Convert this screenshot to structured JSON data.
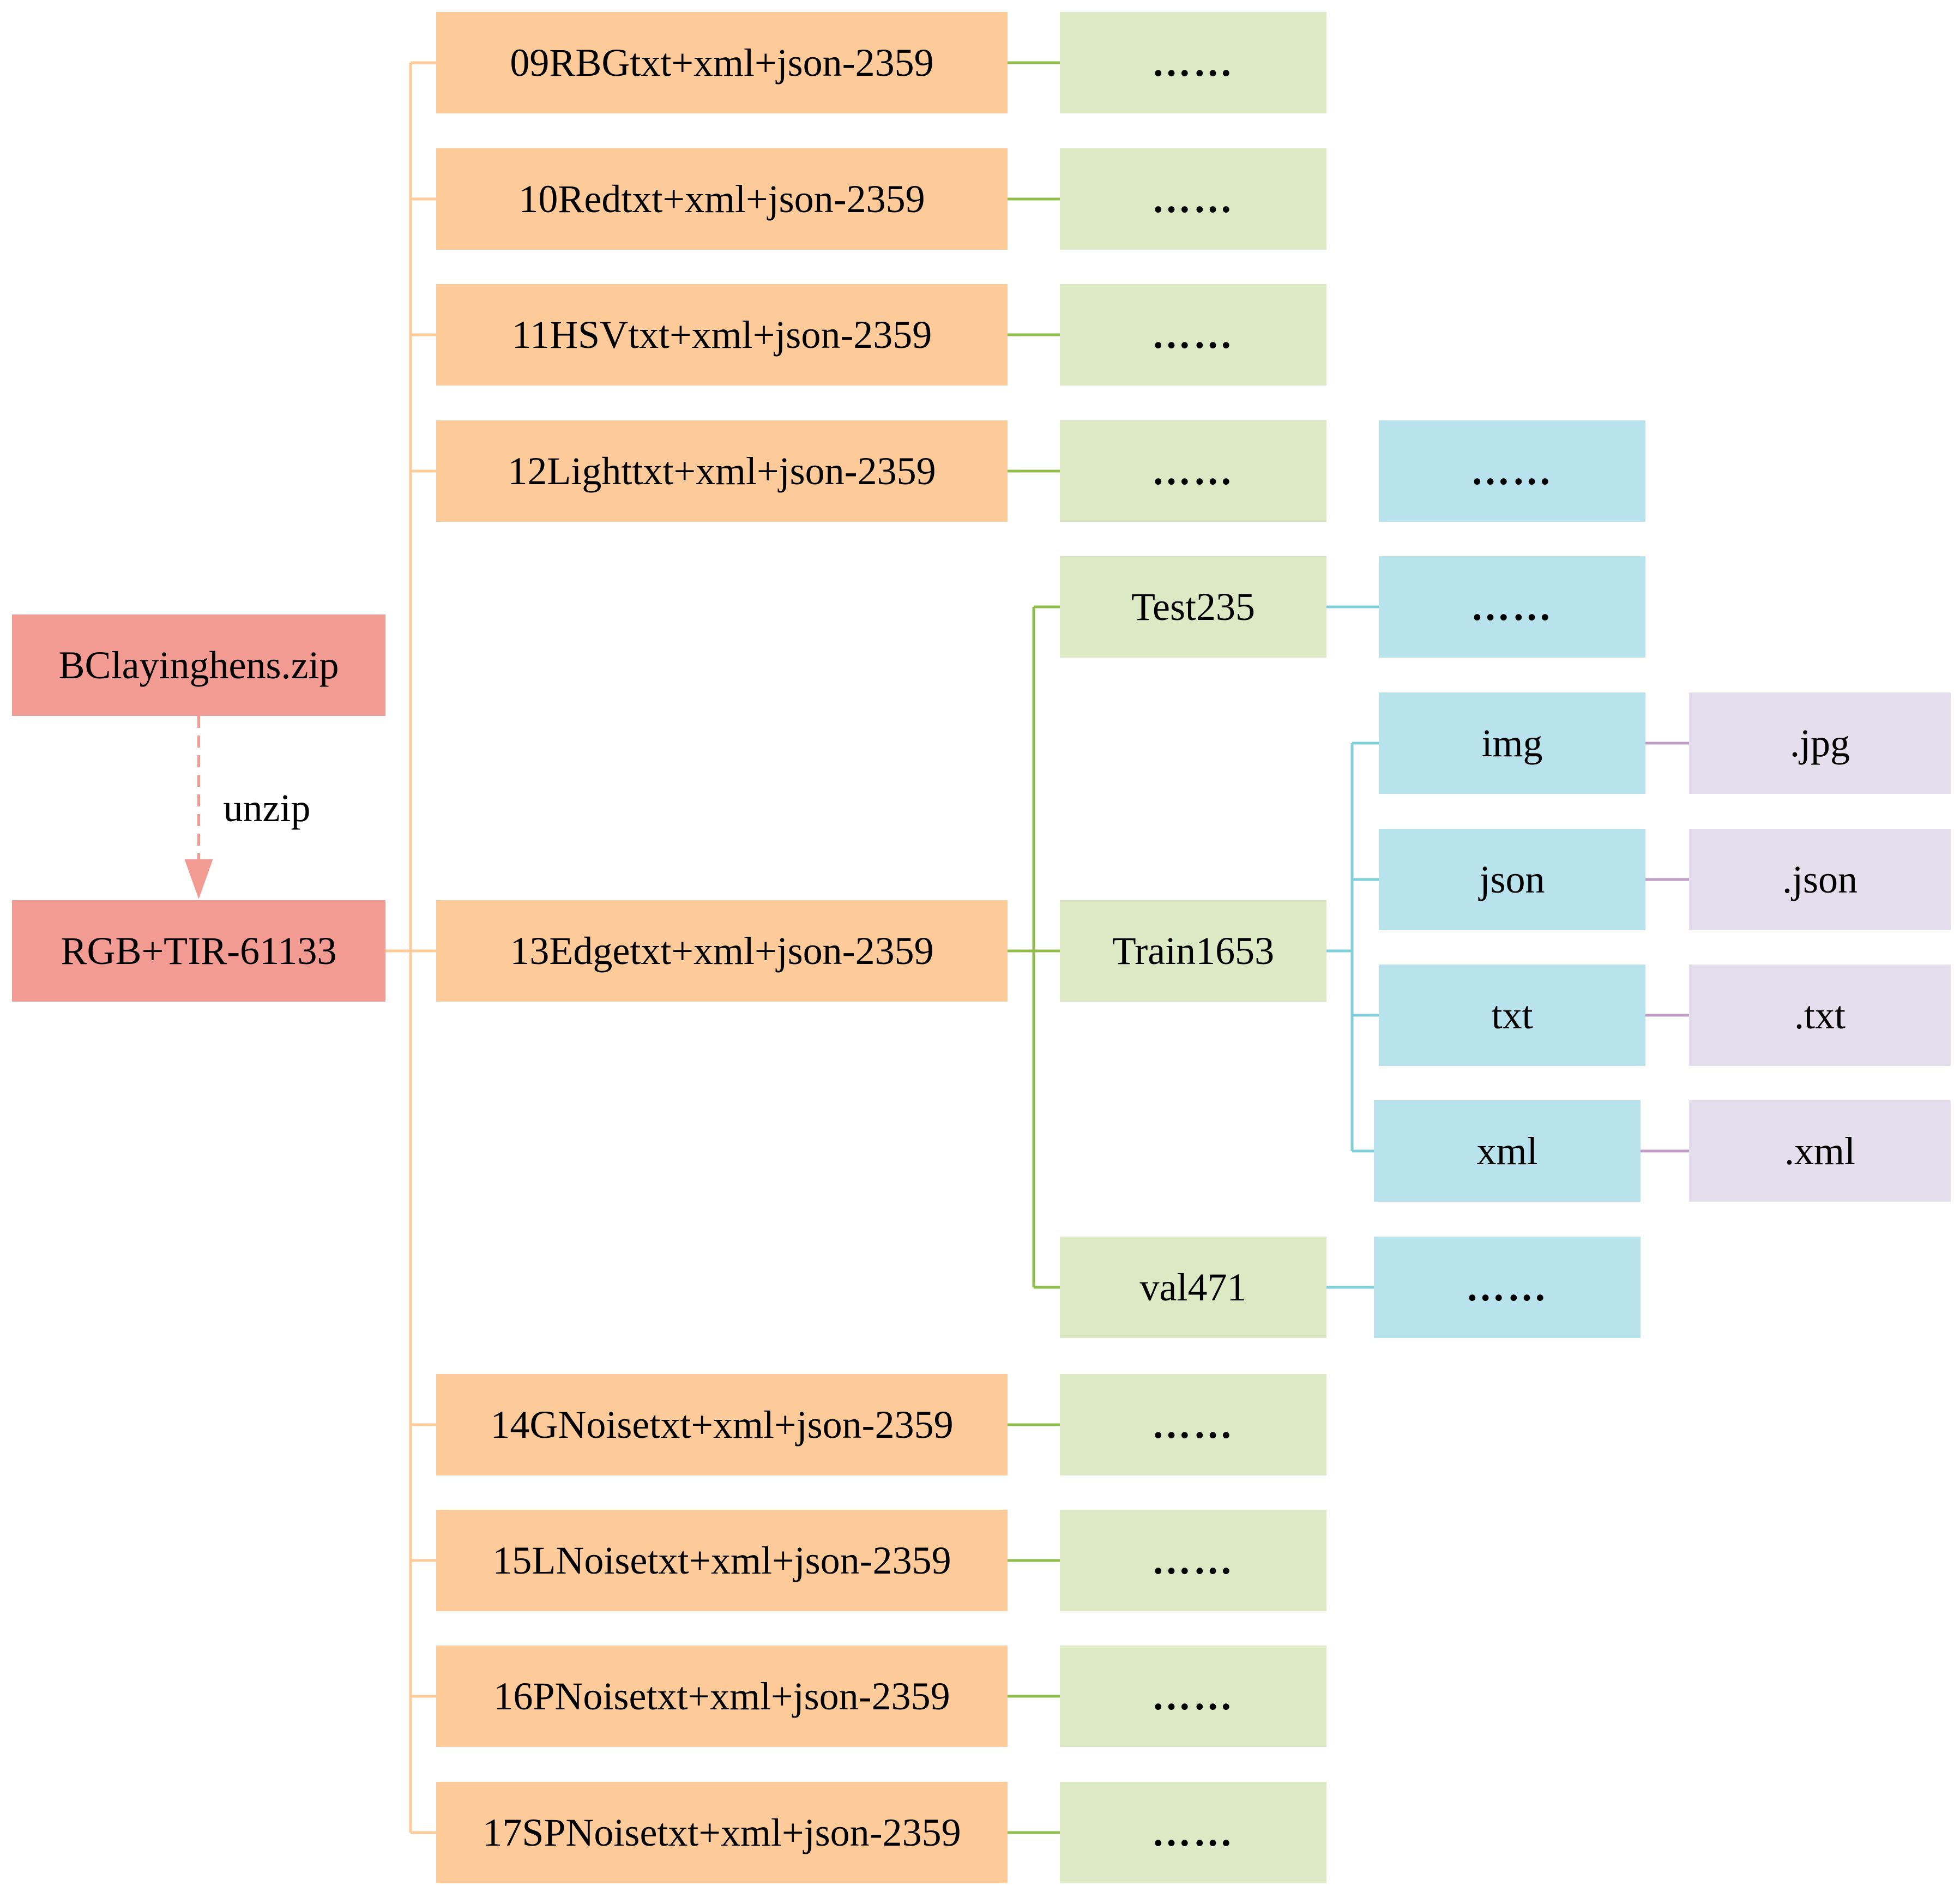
{
  "root": {
    "archive": "BClayinghens.zip",
    "unzip_label": "unzip",
    "dataset": "RGB+TIR-61133"
  },
  "folders": [
    "09RBGtxt+xml+json-2359",
    "10Redtxt+xml+json-2359",
    "11HSVtxt+xml+json-2359",
    "12Lighttxt+xml+json-2359",
    "13Edgetxt+xml+json-2359",
    "14GNoisetxt+xml+json-2359",
    "15LNoisetxt+xml+json-2359",
    "16PNoisetxt+xml+json-2359",
    "17SPNoisetxt+xml+json-2359"
  ],
  "ellipsis": "……",
  "splits": {
    "test": "Test235",
    "train": "Train1653",
    "val": "val471"
  },
  "train_subfolders": [
    {
      "name": "img",
      "ext": ".jpg"
    },
    {
      "name": "json",
      "ext": ".json"
    },
    {
      "name": "txt",
      "ext": ".txt"
    },
    {
      "name": "xml",
      "ext": ".xml"
    }
  ],
  "colors": {
    "root": "#f29b93",
    "root_connector": "#f29b93",
    "folder": "#fdcb9a",
    "folder_connector": "#fdcb9a",
    "split": "#dce9c4",
    "split_connector": "#8fbf4a",
    "sub": "#b8e2ec",
    "sub_connector": "#7fcfdc",
    "ext": "#e5deec",
    "ext_connector": "#c09cc6"
  }
}
